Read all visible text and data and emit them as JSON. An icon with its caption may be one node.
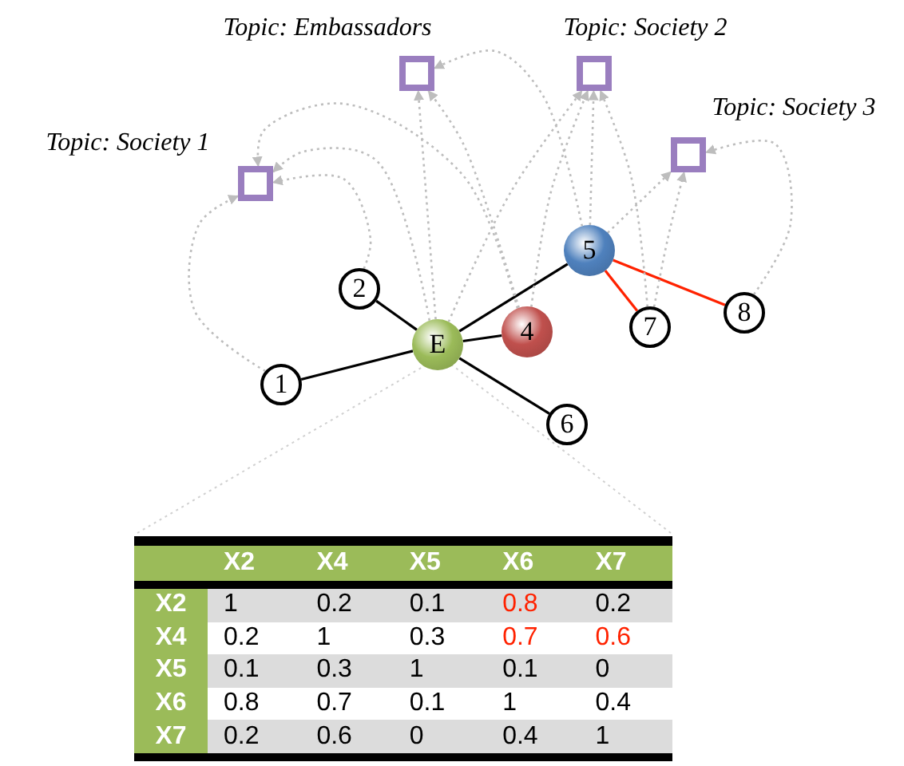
{
  "diagram": {
    "nodes": [
      {
        "text": [],
        "shape": "box",
        "beside": [
          "Topic: Society 1"
        ]
      },
      {
        "text": [],
        "shape": "box",
        "beside": [
          "Topic: Embassadors"
        ]
      },
      {
        "text": [],
        "shape": "box",
        "beside": [
          "Topic: Society 2"
        ]
      },
      {
        "text": [],
        "shape": "box",
        "beside": [
          "Topic: Society 3"
        ]
      },
      {
        "text": [
          "1"
        ]
      },
      {
        "text": [
          "2"
        ]
      },
      {
        "text": [
          "E"
        ]
      },
      {
        "text": [
          "4"
        ]
      },
      {
        "text": [
          "5"
        ]
      },
      {
        "text": [
          "6"
        ]
      },
      {
        "text": [
          "7"
        ]
      },
      {
        "text": [
          "8"
        ]
      }
    ],
    "edges": [
      {
        "from": 4,
        "to": 6,
        "arrow": "none",
        "color": "#000000"
      },
      {
        "from": 5,
        "to": 6,
        "arrow": "none",
        "color": "#000000"
      },
      {
        "from": 6,
        "to": 7,
        "arrow": "none",
        "color": "#000000"
      },
      {
        "from": 6,
        "to": 8,
        "arrow": "none",
        "color": "#000000"
      },
      {
        "from": 6,
        "to": 9,
        "arrow": "none",
        "color": "#000000"
      },
      {
        "from": 8,
        "to": 10,
        "arrow": "none",
        "color": "#ff2200"
      },
      {
        "from": 8,
        "to": 11,
        "arrow": "none",
        "color": "#ff2200"
      },
      {
        "from": 4,
        "to": 0,
        "arrow": "to",
        "style": "dashed"
      },
      {
        "from": 5,
        "to": 0,
        "arrow": "to",
        "style": "dashed"
      },
      {
        "from": 6,
        "to": 0,
        "arrow": "to",
        "style": "dashed"
      },
      {
        "from": 7,
        "to": 0,
        "arrow": "to",
        "style": "dashed"
      },
      {
        "from": 6,
        "to": 1,
        "arrow": "to",
        "style": "dashed"
      },
      {
        "from": 7,
        "to": 1,
        "arrow": "to",
        "style": "dashed"
      },
      {
        "from": 8,
        "to": 1,
        "arrow": "to",
        "style": "dashed"
      },
      {
        "from": 6,
        "to": 2,
        "arrow": "to",
        "style": "dashed"
      },
      {
        "from": 7,
        "to": 2,
        "arrow": "to",
        "style": "dashed"
      },
      {
        "from": 8,
        "to": 2,
        "arrow": "to",
        "style": "dashed"
      },
      {
        "from": 10,
        "to": 2,
        "arrow": "to",
        "style": "dashed"
      },
      {
        "from": 8,
        "to": 3,
        "arrow": "to",
        "style": "dashed"
      },
      {
        "from": 10,
        "to": 3,
        "arrow": "to",
        "style": "dashed"
      },
      {
        "from": 11,
        "to": 3,
        "arrow": "to",
        "style": "dashed"
      }
    ],
    "labels": [
      "X2",
      "X4",
      "X5",
      "X6",
      "X7",
      "X2",
      "1",
      "0.2",
      "0.1",
      "0.8",
      "0.2",
      "X4",
      "0.2",
      "1",
      "0.3",
      "0.7",
      "0.6",
      "X5",
      "0.1",
      "0.3",
      "1",
      "0.1",
      "0",
      "X6",
      "0.8",
      "0.7",
      "0.1",
      "1",
      "0.4",
      "X7",
      "0.2",
      "0.6",
      "0",
      "0.4",
      "1"
    ]
  }
}
